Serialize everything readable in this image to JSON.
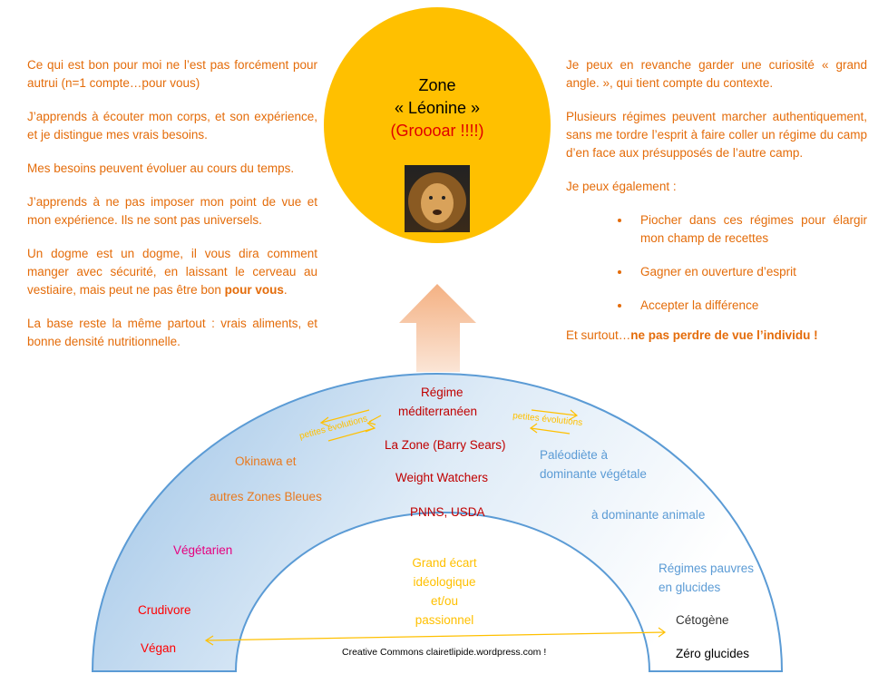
{
  "left_text": [
    "Ce qui est bon pour moi ne l’est pas forcément pour autrui (n=1 compte…pour vous)",
    "J’apprends à écouter mon corps, et son expérience, et je distingue mes vrais besoins.",
    "Mes besoins peuvent évoluer au cours du temps.",
    "J’apprends à ne pas imposer mon point de vue et mon expérience. Ils ne sont pas universels.",
    "Un dogme est un dogme, il vous dira comment manger avec sécurité, en laissant le cerveau au vestiaire, mais peut ne pas être bon",
    "pour vous",
    "La base reste la même partout : vrais aliments, et bonne densité nutritionnelle."
  ],
  "circle": {
    "line1": "Zone",
    "line2": "« Léonine »",
    "line3": "(Groooar !!!!)"
  },
  "right_text": {
    "p1": "Je peux en revanche garder une curiosité « grand angle. », qui tient compte du contexte.",
    "p2": "Plusieurs régimes peuvent marcher authentiquement, sans me tordre l’esprit à faire coller un régime du camp d’en face aux présupposés de l’autre camp.",
    "p3": "Je peux également :",
    "bullets": [
      "Piocher dans ces régimes pour élargir mon champ de recettes",
      "Gagner en ouverture d’esprit",
      "Accepter la différence"
    ],
    "final_a": "Et surtout…",
    "final_b": "ne pas perdre de vue l’individu !"
  },
  "arch": {
    "center": [
      "Régime",
      "méditerranéen",
      "La Zone (Barry Sears)",
      "Weight Watchers",
      "PNNS, USDA"
    ],
    "evolution_left": "petites évolutions",
    "evolution_right": "petites évolutions",
    "left": [
      "Okinawa et",
      "autres Zones Bleues",
      "Végétarien",
      "Crudivore",
      "Végan"
    ],
    "right": [
      "Paléodiète à",
      "dominante végétale",
      "à dominante animale",
      "Régimes pauvres",
      "en glucides",
      "Cétogène",
      "Zéro glucides"
    ],
    "gap": [
      "Grand écart",
      "idéologique",
      "et/ou",
      "passionnel"
    ],
    "credit": "Creative Commons clairetlipide.wordpress.com !"
  }
}
